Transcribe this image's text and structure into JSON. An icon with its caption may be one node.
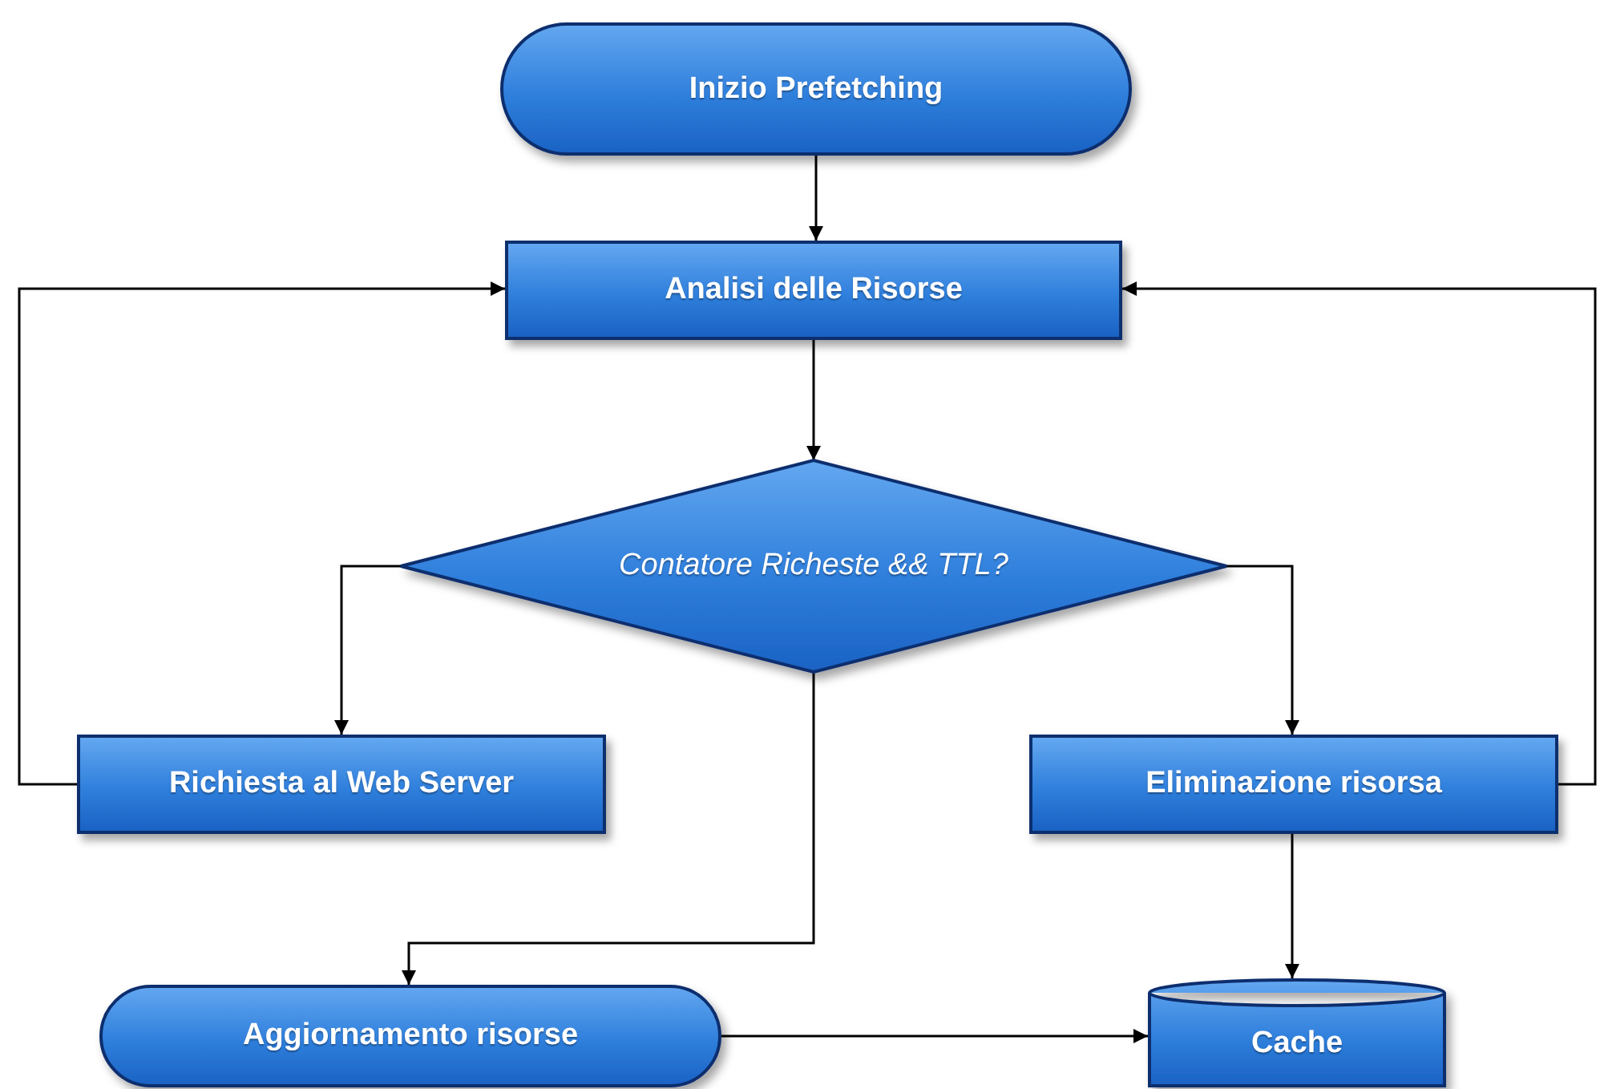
{
  "diagram": {
    "nodes": [
      {
        "text": [
          "Inizio Prefetching"
        ]
      },
      {
        "text": [
          "Analisi delle Risorse"
        ]
      },
      {
        "text": [
          "Contatore Richeste && TTL?"
        ]
      },
      {
        "text": [
          "Richiesta al Web Server"
        ]
      },
      {
        "text": [
          "Eliminazione risorsa"
        ]
      },
      {
        "text": [
          "Aggiornamento risorse"
        ]
      },
      {
        "text": [
          "Cache"
        ]
      }
    ],
    "edges": [
      {
        "from": 0,
        "to": 1,
        "arrow": "to"
      },
      {
        "from": 1,
        "to": 2,
        "arrow": "to"
      },
      {
        "from": 2,
        "to": 3,
        "arrow": "to"
      },
      {
        "from": 2,
        "to": 4,
        "arrow": "to"
      },
      {
        "from": 3,
        "to": 1,
        "arrow": "to"
      },
      {
        "from": 4,
        "to": 1,
        "arrow": "to"
      },
      {
        "from": 2,
        "to": 5,
        "arrow": "to"
      },
      {
        "from": 4,
        "to": 6,
        "arrow": "to"
      },
      {
        "from": 5,
        "to": 6,
        "arrow": "to"
      }
    ]
  }
}
